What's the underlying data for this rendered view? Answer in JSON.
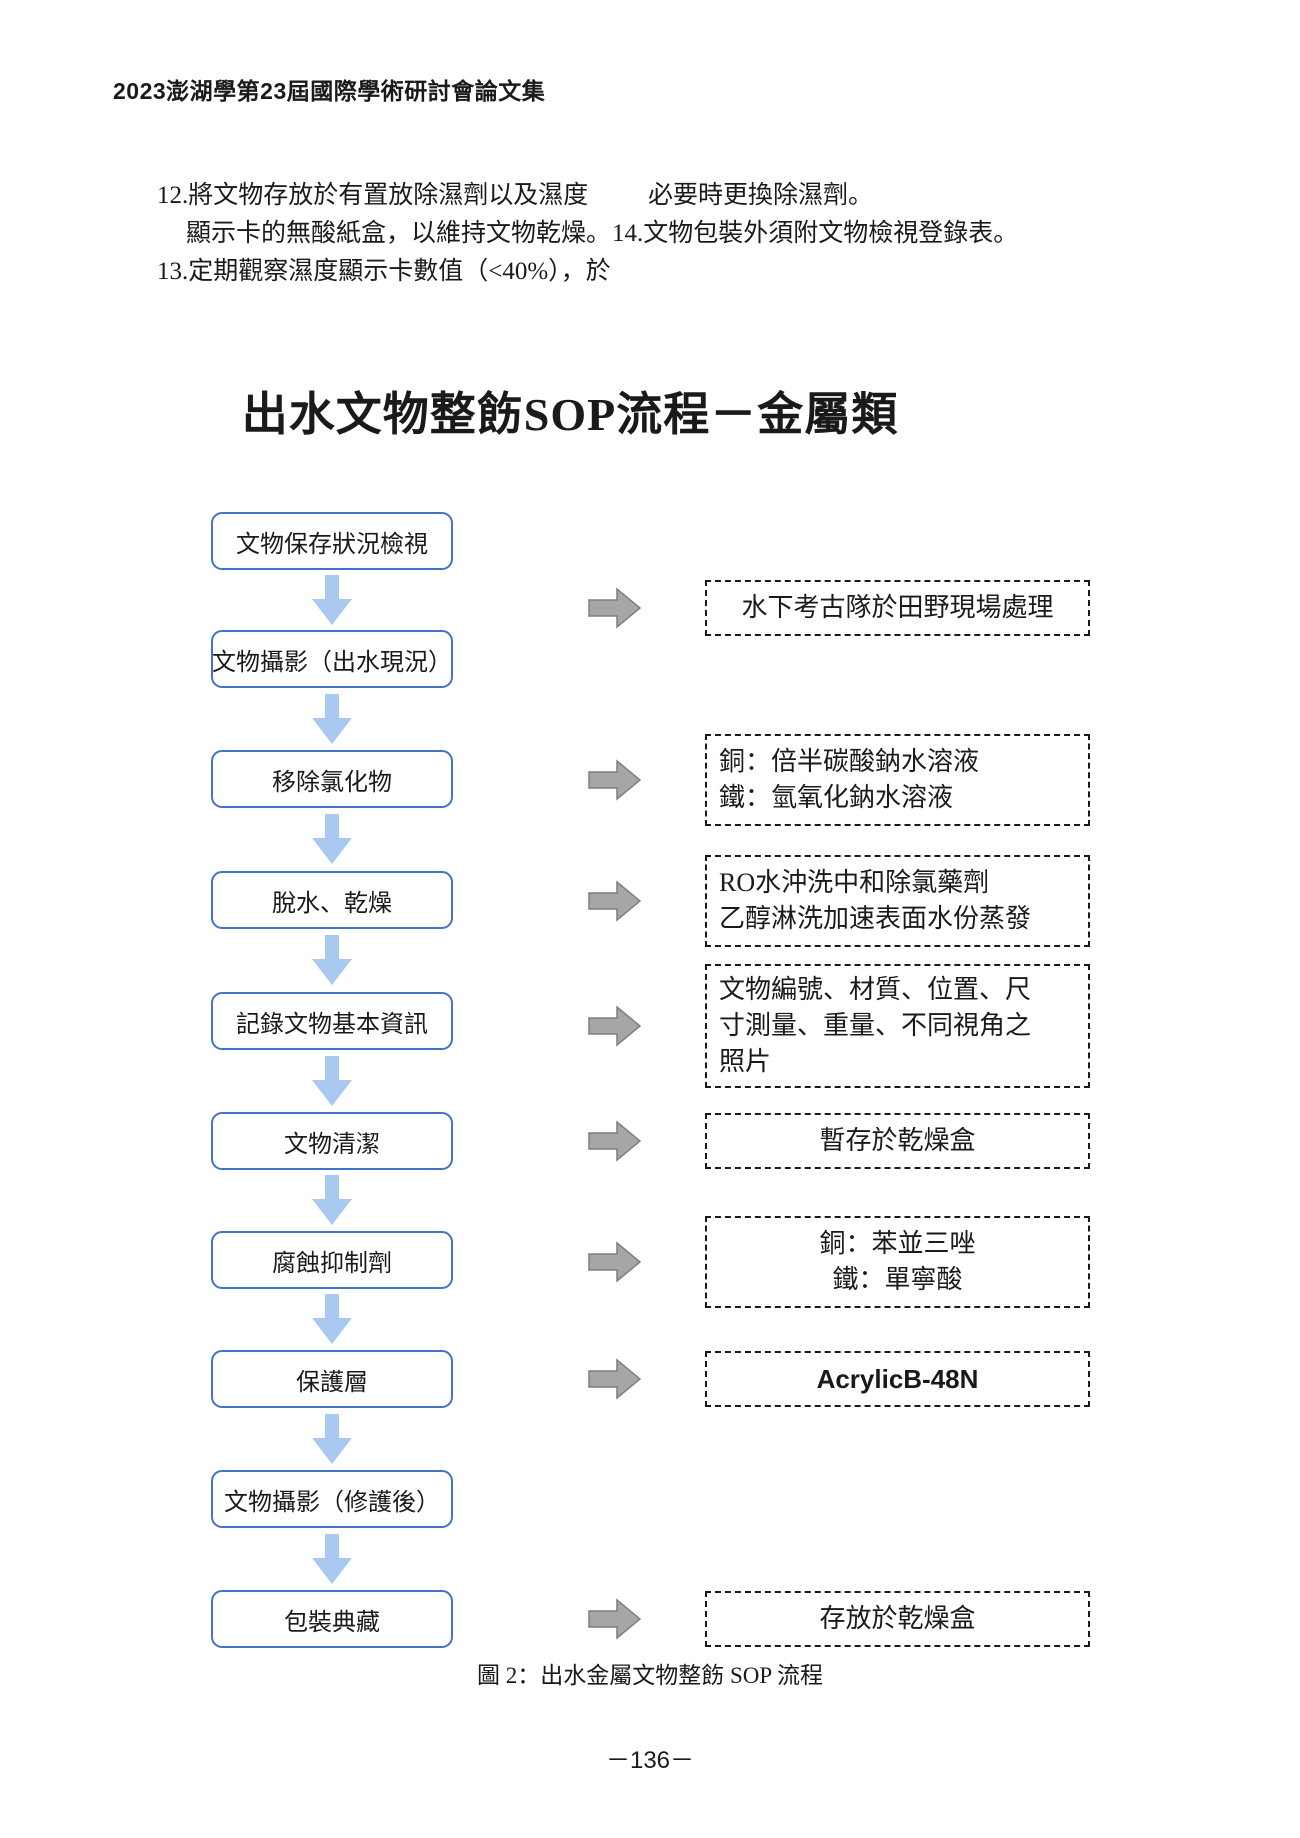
{
  "header": {
    "text": "2023澎湖學第23屆國際學術研討會論文集"
  },
  "body": {
    "left_lines": [
      "12.將文物存放於有置放除濕劑以及濕度",
      "顯示卡的無酸紙盒，以維持文物乾燥。",
      "13.定期觀察濕度顯示卡數值（<40%），於"
    ],
    "right_lines": [
      "必要時更換除濕劑。",
      "14.文物包裝外須附文物檢視登錄表。"
    ]
  },
  "flowchart": {
    "title": "出水文物整飭SOP流程－金屬類",
    "caption": "圖 2：出水金屬文物整飭 SOP 流程",
    "boxes": [
      "文物保存狀況檢視",
      "文物攝影（出水現況）",
      "移除氯化物",
      "脫水、乾燥",
      "記錄文物基本資訊",
      "文物清潔",
      "腐蝕抑制劑",
      "保護層",
      "文物攝影（修護後）",
      "包裝典藏"
    ],
    "notes": [
      {
        "lines": [
          "水下考古隊於田野現場處理"
        ],
        "align": "center"
      },
      {
        "lines": [
          "銅：倍半碳酸鈉水溶液",
          "鐵：氫氧化鈉水溶液"
        ],
        "align": "left"
      },
      {
        "lines": [
          "RO水沖洗中和除氯藥劑",
          "乙醇淋洗加速表面水份蒸發"
        ],
        "align": "left"
      },
      {
        "lines": [
          "文物編號、材質、位置、尺",
          "寸測量、重量、不同視角之",
          "照片"
        ],
        "align": "left"
      },
      {
        "lines": [
          "暫存於乾燥盒"
        ],
        "align": "center"
      },
      {
        "lines": [
          "銅：苯並三唑",
          "鐵：單寧酸"
        ],
        "align": "center"
      },
      {
        "lines": [
          "AcrylicB-48N"
        ],
        "align": "center"
      },
      {
        "lines": [
          "存放於乾燥盒"
        ],
        "align": "center"
      }
    ]
  },
  "footer": {
    "page_number": "－136－"
  },
  "icons": {
    "down_arrow": "⬇",
    "right_arrow": "➡"
  },
  "colors": {
    "box_border_blue": "#4472C4",
    "down_arrow_blue": "#A9C9F0",
    "right_arrow_gray": "#A6A6A6",
    "right_arrow_outline": "#7F7F7F",
    "dashed_border": "#1a1a1a",
    "text": "#1a1a1a"
  }
}
